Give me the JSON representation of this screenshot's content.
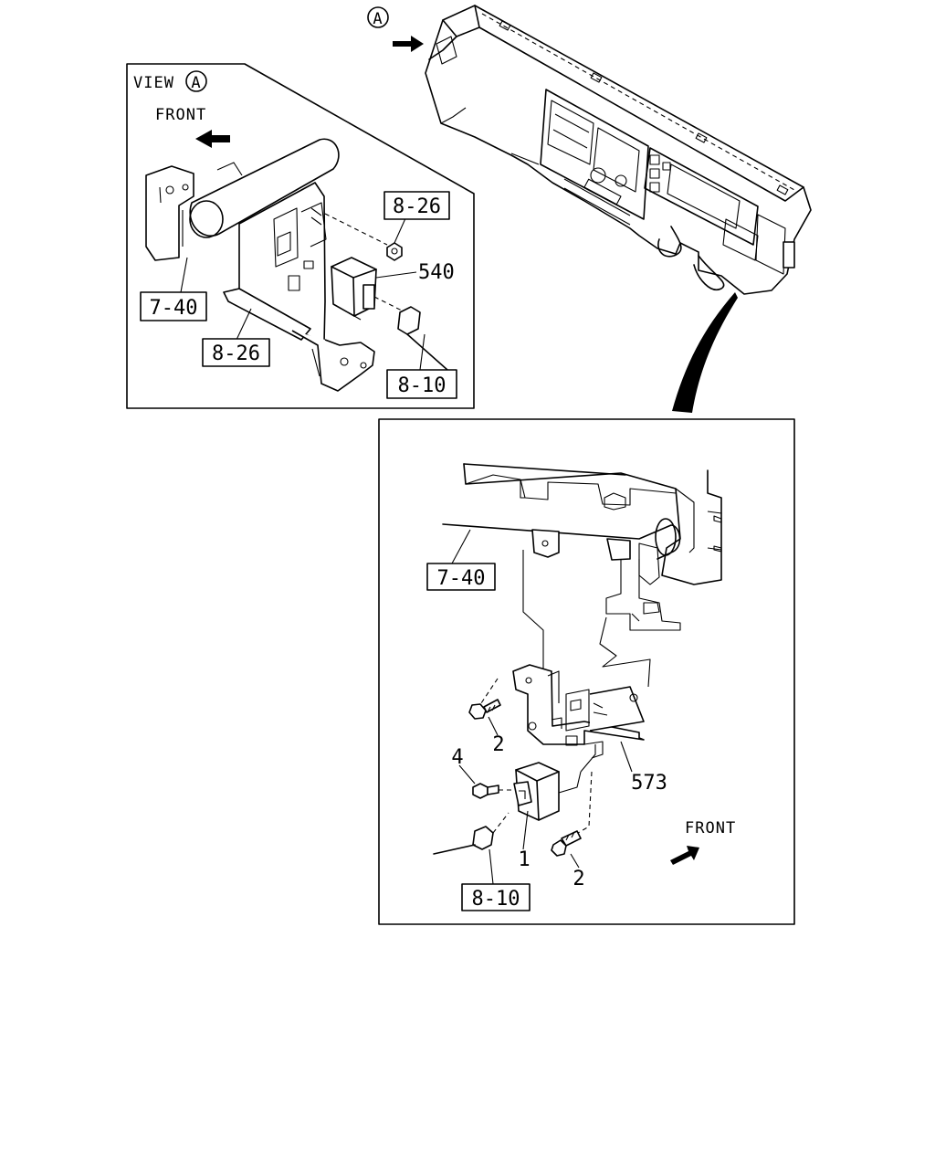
{
  "view_label": {
    "text": "VIEW",
    "marker": "A"
  },
  "arrow_marker": "A",
  "front_labels": [
    "FRONT",
    "FRONT"
  ],
  "callouts": {
    "view": {
      "c_826_top": "8-26",
      "c_540": "540",
      "c_740": "7-40",
      "c_826_bottom": "8-26",
      "c_810": "8-10"
    },
    "detail": {
      "c_740": "7-40",
      "c_2_left": "2",
      "c_4": "4",
      "c_573": "573",
      "c_1": "1",
      "c_2_bottom": "2",
      "c_810": "8-10"
    }
  },
  "icons": [
    "front-arrow-icon",
    "circle-a-marker-icon"
  ]
}
